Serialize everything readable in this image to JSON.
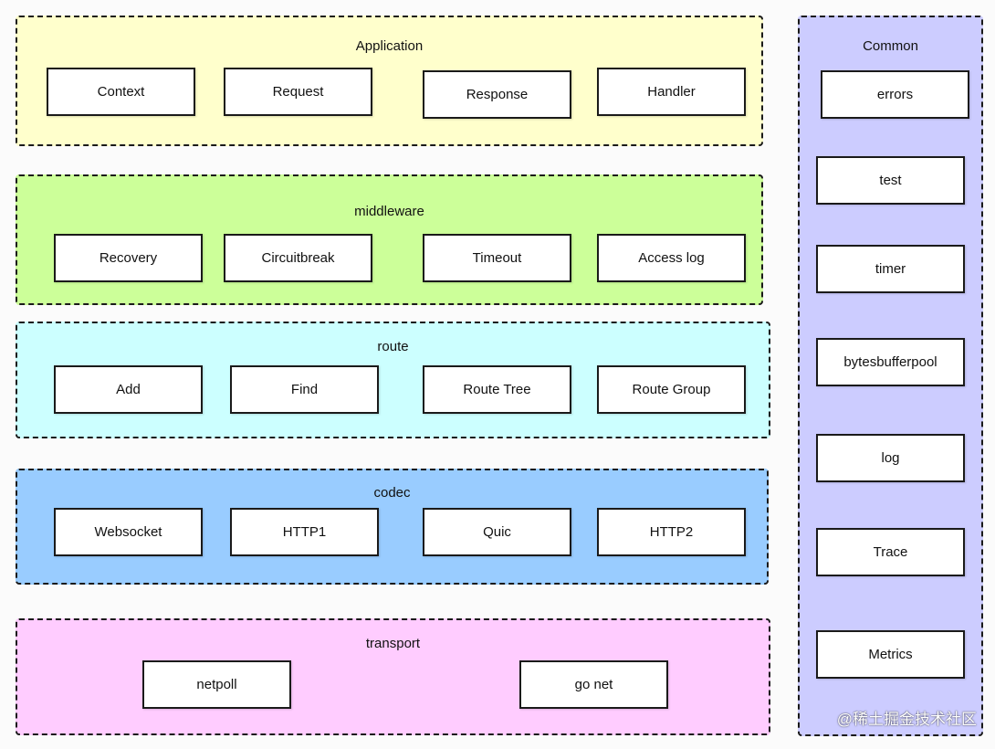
{
  "colors": {
    "application": "#ffffcc",
    "middleware": "#ccff99",
    "route": "#ccffff",
    "codec": "#99ccff",
    "transport": "#ffccff",
    "common": "#ccccff",
    "border": "#1a1a1a"
  },
  "layers": {
    "application": {
      "title": "Application",
      "items": [
        "Context",
        "Request",
        "Response",
        "Handler"
      ]
    },
    "middleware": {
      "title": "middleware",
      "items": [
        "Recovery",
        "Circuitbreak",
        "Timeout",
        "Access log"
      ]
    },
    "route": {
      "title": "route",
      "items": [
        "Add",
        "Find",
        "Route Tree",
        "Route Group"
      ]
    },
    "codec": {
      "title": "codec",
      "items": [
        "Websocket",
        "HTTP1",
        "Quic",
        "HTTP2"
      ]
    },
    "transport": {
      "title": "transport",
      "items": [
        "netpoll",
        "go net"
      ]
    },
    "common": {
      "title": "Common",
      "items": [
        "errors",
        "test",
        "timer",
        "bytesbufferpool",
        "log",
        "Trace",
        "Metrics"
      ]
    }
  },
  "watermark": "@稀土掘金技术社区"
}
